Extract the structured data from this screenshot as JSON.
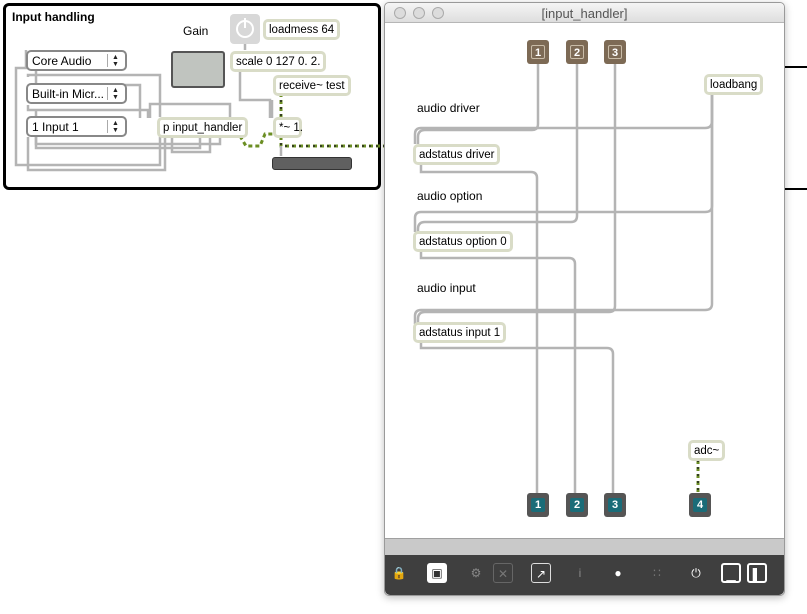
{
  "main_patcher": {
    "title": "Input handling",
    "gain_label": "Gain",
    "menus": [
      "Core Audio",
      "Built-in Micr...",
      "1 Input 1"
    ],
    "objects": {
      "loadmess": "loadmess 64",
      "scale": "scale 0 127 0. 2.",
      "receive": "receive~ test",
      "p_input_handler": "p input_handler",
      "times": "*~ 1."
    }
  },
  "subpatcher": {
    "window_title": "[input_handler]",
    "inlets": [
      "1",
      "2",
      "3"
    ],
    "outlets": [
      "1",
      "2",
      "3",
      "4"
    ],
    "comments": {
      "driver": "audio driver",
      "option": "audio option",
      "input": "audio input"
    },
    "objects": {
      "loadbang": "loadbang",
      "adstatus_driver": "adstatus driver",
      "adstatus_option": "adstatus option 0",
      "adstatus_input": "adstatus input 1",
      "adc": "adc~"
    },
    "toolbar_icons": [
      "lock-icon",
      "presentation-icon",
      "snap-icon",
      "clear-icon",
      "debug-icon",
      "inspector-icon",
      "patch-cord-icon",
      "grid-icon",
      "dsp-icon",
      "bottom-panel-icon",
      "side-panel-icon"
    ]
  },
  "colors": {
    "cord": "#b4b4b4",
    "signal_cord": "#6b8e23",
    "object_border": "#d9dcc7",
    "inlet": "#7d6a55",
    "outlet": "#1a6c78",
    "toolbar": "#444444"
  }
}
